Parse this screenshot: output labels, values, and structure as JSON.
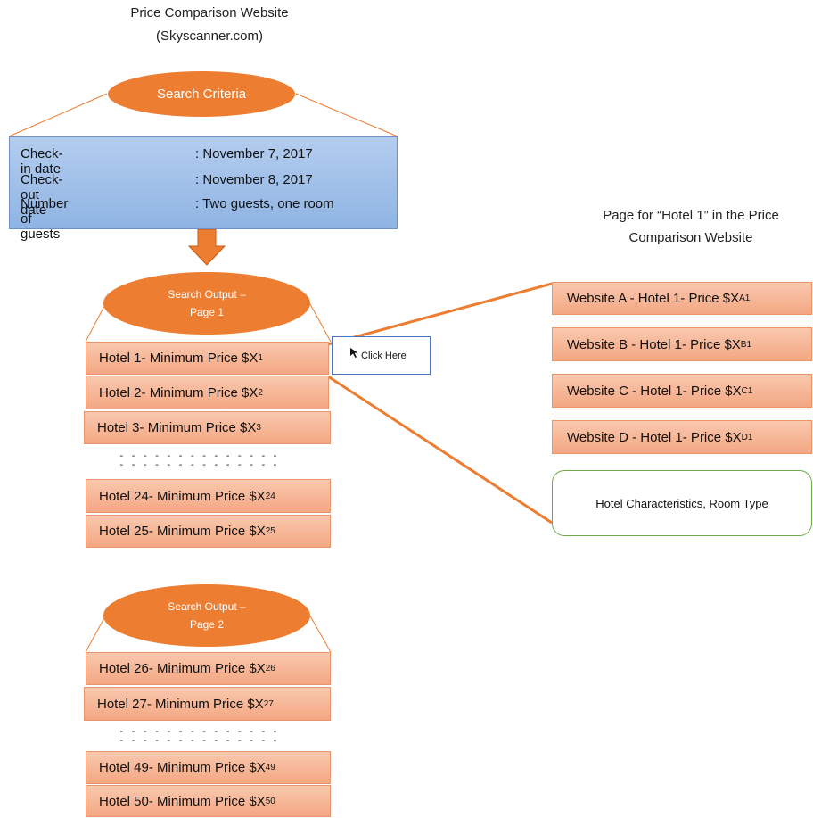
{
  "title": {
    "line1": "Price Comparison Website",
    "line2": "(Skyscanner.com)"
  },
  "search_criteria": {
    "label": "Search Criteria",
    "rows": [
      {
        "label": "Check-in date",
        "value": ": November 7, 2017"
      },
      {
        "label": "Check-out date",
        "value": ": November 8, 2017"
      },
      {
        "label": "Number of guests",
        "value": ": Two guests, one room"
      }
    ]
  },
  "page1": {
    "output_line1": "Search Output –",
    "output_line2": "Page 1",
    "hotels": [
      {
        "text": "Hotel 1- Minimum Price $X",
        "sub": "1"
      },
      {
        "text": "Hotel 2- Minimum Price $X",
        "sub": "2"
      },
      {
        "text": "Hotel 3- Minimum Price $X",
        "sub": "3"
      }
    ],
    "dashes": "- - - - - - - - - - - - - -",
    "hotels_end": [
      {
        "text": "Hotel 24- Minimum Price $X",
        "sub": "24"
      },
      {
        "text": "Hotel 25- Minimum Price $X",
        "sub": "25"
      }
    ]
  },
  "page2": {
    "output_line1": "Search Output –",
    "output_line2": "Page 2",
    "hotels": [
      {
        "text": "Hotel 26- Minimum Price $X",
        "sub": "26"
      },
      {
        "text": "Hotel 27- Minimum Price $X",
        "sub": "27"
      }
    ],
    "dashes": "- - - - - - - - - - - - - -",
    "hotels_end": [
      {
        "text": "Hotel 49- Minimum Price $X",
        "sub": "49"
      },
      {
        "text": "Hotel 50- Minimum Price $X",
        "sub": "50"
      }
    ]
  },
  "click_here": "Click Here",
  "hotel_page": {
    "title_line1": "Page for “Hotel 1” in the Price",
    "title_line2": "Comparison Website",
    "websites": [
      {
        "text": "Website A - Hotel 1- Price $X",
        "sub": "A1"
      },
      {
        "text": "Website B - Hotel 1- Price $X",
        "sub": "B1"
      },
      {
        "text": "Website C - Hotel 1- Price $X",
        "sub": "C1"
      },
      {
        "text": "Website D - Hotel 1- Price $X",
        "sub": "D1"
      }
    ],
    "characteristics": "Hotel Characteristics, Room Type"
  },
  "colors": {
    "accent_orange": "#ed7d31",
    "criteria_blue": "#9dbde8",
    "row_salmon": "#f6b594",
    "outline_green": "#70ad47",
    "outline_blue": "#4a74c0"
  }
}
